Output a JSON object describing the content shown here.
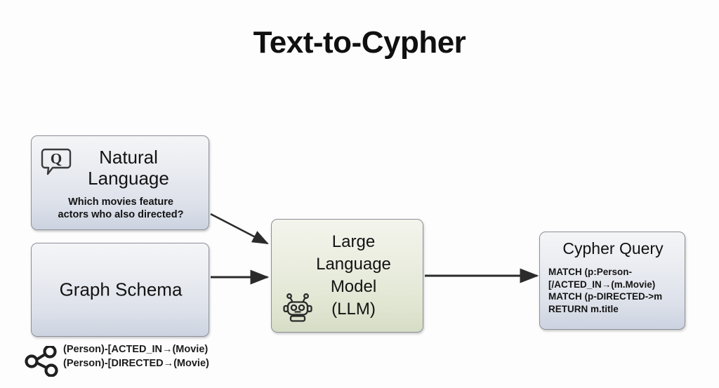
{
  "title": "Text-to-Cypher",
  "nodes": {
    "natural_language": {
      "heading_line1": "Natural",
      "heading_line2": "Language",
      "subtext_line1": "Which movies feature",
      "subtext_line2": "actors who also directed?",
      "icon": "chat-question-icon",
      "fill_top": "#f4f5f7",
      "fill_bottom": "#ccd3e0",
      "border": "#8d9097"
    },
    "graph_schema": {
      "label": "Graph Schema",
      "fill_top": "#f4f5f7",
      "fill_bottom": "#ccd3e0",
      "border": "#8d9097"
    },
    "llm": {
      "line1": "Large",
      "line2": "Language",
      "line3": "Model",
      "line4": "(LLM)",
      "icon": "robot-icon",
      "fill_top": "#f3f4ec",
      "fill_bottom": "#d6ddc6",
      "border": "#8d9097"
    },
    "cypher_query": {
      "heading": "Cypher Query",
      "code_lines": [
        "MATCH (p:Person-",
        "[/ACTED_IN→(m.Movie)",
        "MATCH (p-DIRECTED->m",
        "RETURN m.title"
      ],
      "fill_top": "#f4f5f7",
      "fill_bottom": "#ccd3e0",
      "border": "#8d9097"
    }
  },
  "schema_relations": {
    "icon": "share-graph-icon",
    "lines": [
      "(Person)-[ACTED_IN→(Movie)",
      "(Person)-[DIRECTED→(Movie)"
    ]
  },
  "arrows": [
    {
      "name": "arrow-natural-language-to-llm",
      "from": "natural_language",
      "to": "llm"
    },
    {
      "name": "arrow-graph-schema-to-llm",
      "from": "graph_schema",
      "to": "llm"
    },
    {
      "name": "arrow-llm-to-cypher-query",
      "from": "llm",
      "to": "cypher_query"
    }
  ],
  "colors": {
    "background": "#fdfdfd",
    "arrow": "#2b2b2b",
    "text": "#131313"
  }
}
